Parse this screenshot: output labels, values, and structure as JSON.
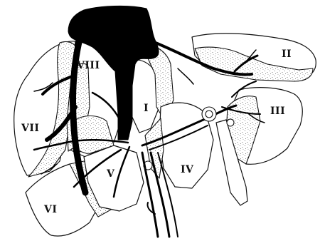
{
  "figure": {
    "segments": [
      {
        "id": "II",
        "label": "II"
      },
      {
        "id": "III",
        "label": "III"
      },
      {
        "id": "IV",
        "label": "IV"
      },
      {
        "id": "V",
        "label": "V"
      },
      {
        "id": "VI",
        "label": "VI"
      },
      {
        "id": "VII",
        "label": "VII"
      },
      {
        "id": "VIII",
        "label": "VIII"
      },
      {
        "id": "I",
        "label": "I"
      }
    ],
    "colors": {
      "ink": "#000000",
      "paper": "#ffffff",
      "stipple": "#7a7a7a"
    }
  }
}
